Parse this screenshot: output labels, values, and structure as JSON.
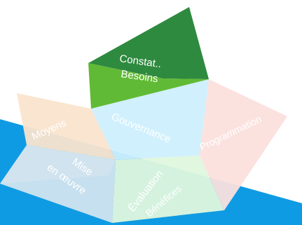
{
  "labels": {
    "constat_line1": "Constat..",
    "constat_line2": "Besoins",
    "moyens": "Moyens",
    "gouvernance": "Gouvernance",
    "programmation": "Programmation",
    "mise_line1": "Mise",
    "mise_line2": "en œuvre",
    "evaluation_line1": "Évaluation",
    "evaluation_line2": "Bénéfices"
  },
  "colors": {
    "background_blue": "#0f9be3",
    "constat_dark": "#2e8a3e",
    "constat_light": "#61ba35",
    "moyens": "#fae4cd",
    "gouvernance": "#cfeffd",
    "programmation": "#fbe0dd",
    "mise_en_oeuvre": "#d2e4ef",
    "evaluation": "#dff7dd",
    "label_text": "#ffffff"
  }
}
